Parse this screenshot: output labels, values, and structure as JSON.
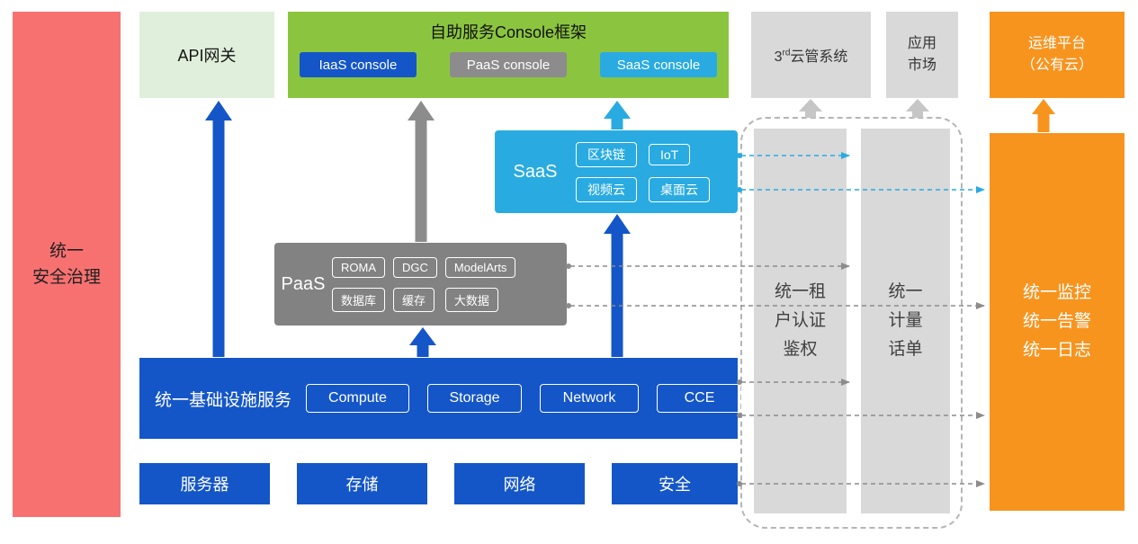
{
  "colors": {
    "red": "#f87171",
    "api_green": "#e0efdb",
    "console_green": "#8bc53f",
    "blue": "#1456c8",
    "paas_gray": "#828282",
    "light_gray": "#d9d9d9",
    "cyan": "#29abe2",
    "orange": "#f7941e"
  },
  "security": {
    "label": "统一\n安全治理"
  },
  "api_gateway": {
    "label": "API网关"
  },
  "console_framework": {
    "title": "自助服务Console框架",
    "consoles": [
      {
        "label": "IaaS console"
      },
      {
        "label": "PaaS console"
      },
      {
        "label": "SaaS console"
      }
    ]
  },
  "third_party_cloud": {
    "prefix": "3",
    "sup": "rd",
    "rest": "云管系统"
  },
  "app_market": {
    "label": "应用\n市场"
  },
  "om_platform": {
    "label": "运维平台\n（公有云）"
  },
  "saas": {
    "label": "SaaS",
    "items": [
      "区块链",
      "IoT",
      "视频云",
      "桌面云"
    ]
  },
  "paas": {
    "label": "PaaS",
    "items": [
      "ROMA",
      "DGC",
      "ModelArts",
      "数据库",
      "缓存",
      "大数据"
    ]
  },
  "infrastructure": {
    "label": "统一基础设施服务",
    "items": [
      "Compute",
      "Storage",
      "Network",
      "CCE"
    ]
  },
  "hardware": {
    "items": [
      "服务器",
      "存储",
      "网络",
      "安全"
    ]
  },
  "pipelines": {
    "auth": {
      "label": "统一租\n户认证\n鉴权"
    },
    "metering": {
      "label": "统一\n计量\n话单"
    },
    "monitoring": {
      "label": "统一监控\n统一告警\n统一日志"
    }
  }
}
